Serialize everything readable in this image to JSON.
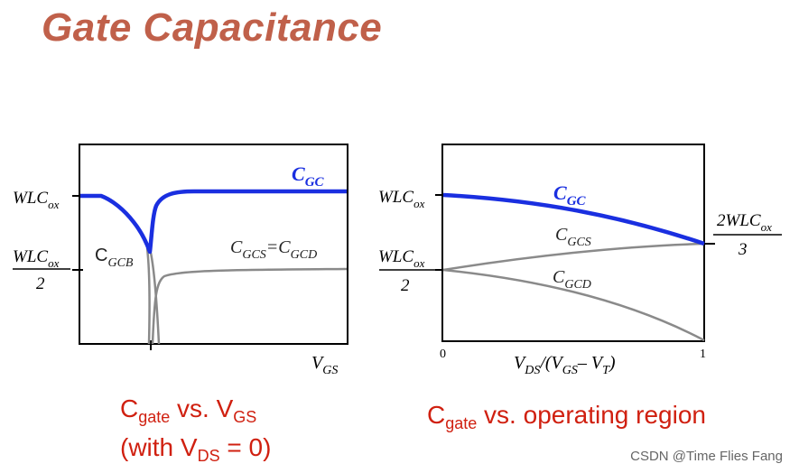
{
  "title": "Gate Capacitance",
  "left_plot": {
    "y_top_label": "WLC",
    "y_top_sub": "ox",
    "y_mid_num": "WLC",
    "y_mid_num_sub": "ox",
    "y_mid_den": "2",
    "x_label": "V",
    "x_label_sub": "GS",
    "cgc_label": "C",
    "cgc_sub": "GC",
    "cgcb_label": "C",
    "cgcb_sub": "GCB",
    "cgs_label": "C",
    "cgs_sub": "GCS",
    "eq": "=",
    "cgd_label": "C",
    "cgd_sub": "GCD"
  },
  "right_plot": {
    "y_top_label": "WLC",
    "y_top_sub": "ox",
    "y_mid_num": "WLC",
    "y_mid_num_sub": "ox",
    "y_mid_den": "2",
    "right_num": "2WLC",
    "right_num_sub": "ox",
    "right_den": "3",
    "x_min": "0",
    "x_max": "1",
    "x_label_a": "V",
    "x_label_a_sub": "DS",
    "x_label_b": "/(V",
    "x_label_b_sub": "GS",
    "x_label_c": "– V",
    "x_label_c_sub": "T",
    "x_label_d": ")",
    "cgc_label": "C",
    "cgc_sub": "GC",
    "cgcs_label": "C",
    "cgcs_sub": "GCS",
    "cgcd_label": "C",
    "cgcd_sub": "GCD"
  },
  "captions": {
    "left_line1_a": "C",
    "left_line1_sub": "gate",
    "left_line1_b": " vs. V",
    "left_line1_sub2": "GS",
    "left_line2_a": "(with V",
    "left_line2_sub": "DS",
    "left_line2_b": " = 0)",
    "right_a": "C",
    "right_sub": "gate",
    "right_b": " vs. operating region"
  },
  "watermark": "CSDN @Time Flies Fang",
  "colors": {
    "title": "#c0604a",
    "cgc": "#1a2fe0",
    "gray_curve": "#8a8a8a",
    "caption": "#d02010"
  }
}
